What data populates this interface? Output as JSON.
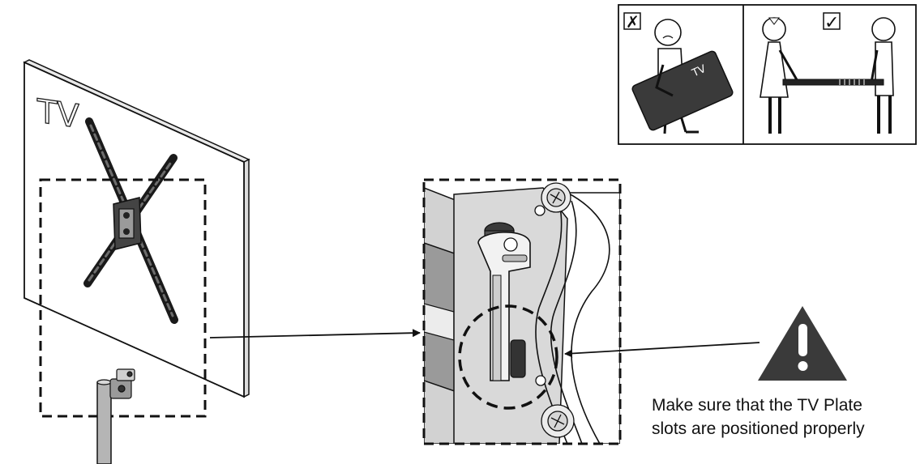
{
  "tv_panel": {
    "label": "TV"
  },
  "figure_panel": {
    "tv_label": "TV",
    "wrong_mark": "✗",
    "right_mark": "✓"
  },
  "warning": {
    "icon": "warning-triangle-icon",
    "line1": "Make sure that the TV Plate",
    "line2": "slots are positioned properly"
  },
  "colors": {
    "line": "#111111",
    "metal": "#cfcfcf",
    "metal_dark": "#8c8c8c",
    "warning_fill": "#3a3a3a"
  }
}
